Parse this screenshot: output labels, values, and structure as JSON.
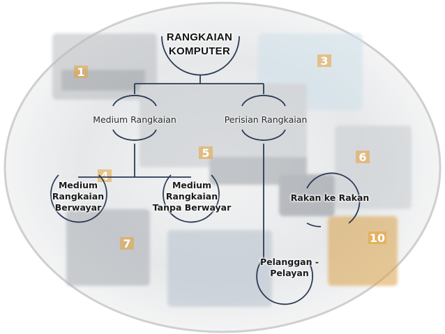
{
  "root": {
    "line1": "RANGKAIAN",
    "line2": "KOMPUTER"
  },
  "branches": [
    {
      "label": "Medium Rangkaian"
    },
    {
      "label": "Perisian Rangkaian"
    }
  ],
  "leaves": {
    "wired": {
      "line1": "Medium",
      "line2": "Rangkaian",
      "line3": "Berwayar"
    },
    "wireless": {
      "line1": "Medium",
      "line2": "Rangkaian",
      "line3": "Tanpa Berwayar"
    },
    "peer": {
      "line1": "Rakan ke Rakan"
    },
    "client_server": {
      "line1": "Pelanggan -",
      "line2": "Pelayan"
    }
  },
  "background_numbers": [
    "1",
    "3",
    "4",
    "5",
    "6",
    "7",
    "10"
  ],
  "colors": {
    "connector": "#2b3a55",
    "ellipse_border": "#cfcfcf",
    "number_badge": "#e8a33a"
  }
}
